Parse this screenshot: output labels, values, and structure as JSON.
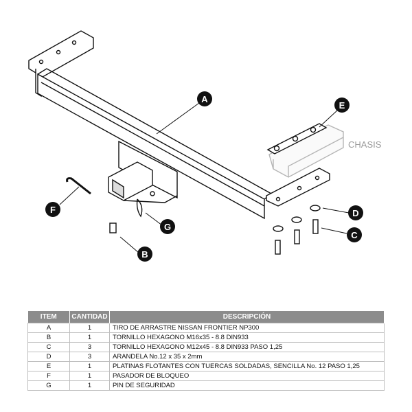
{
  "callouts": {
    "a": "A",
    "b": "B",
    "c": "C",
    "d": "D",
    "e": "E",
    "f": "F",
    "g": "G"
  },
  "chasis_label": "CHASIS",
  "table": {
    "headers": [
      "ITEM",
      "CANTIDAD",
      "DESCRIPCIÓN"
    ],
    "rows": [
      {
        "item": "A",
        "qty": "1",
        "desc": "TIRO DE ARRASTRE NISSAN FRONTIER NP300"
      },
      {
        "item": "B",
        "qty": "1",
        "desc": "TORNILLO  HEXAGONO M16x35 - 8.8 DIN933"
      },
      {
        "item": "C",
        "qty": "3",
        "desc": "TORNILLO  HEXAGONO M12x45 - 8.8 DIN933 PASO 1,25"
      },
      {
        "item": "D",
        "qty": "3",
        "desc": "ARANDELA No.12 x 35 x 2mm"
      },
      {
        "item": "E",
        "qty": "1",
        "desc": "PLATINAS FLOTANTES CON TUERCAS SOLDADAS, SENCILLA No. 12 PASO 1,25"
      },
      {
        "item": "F",
        "qty": "1",
        "desc": "PASADOR DE BLOQUEO"
      },
      {
        "item": "G",
        "qty": "1",
        "desc": "PIN DE SEGURIDAD"
      }
    ]
  }
}
